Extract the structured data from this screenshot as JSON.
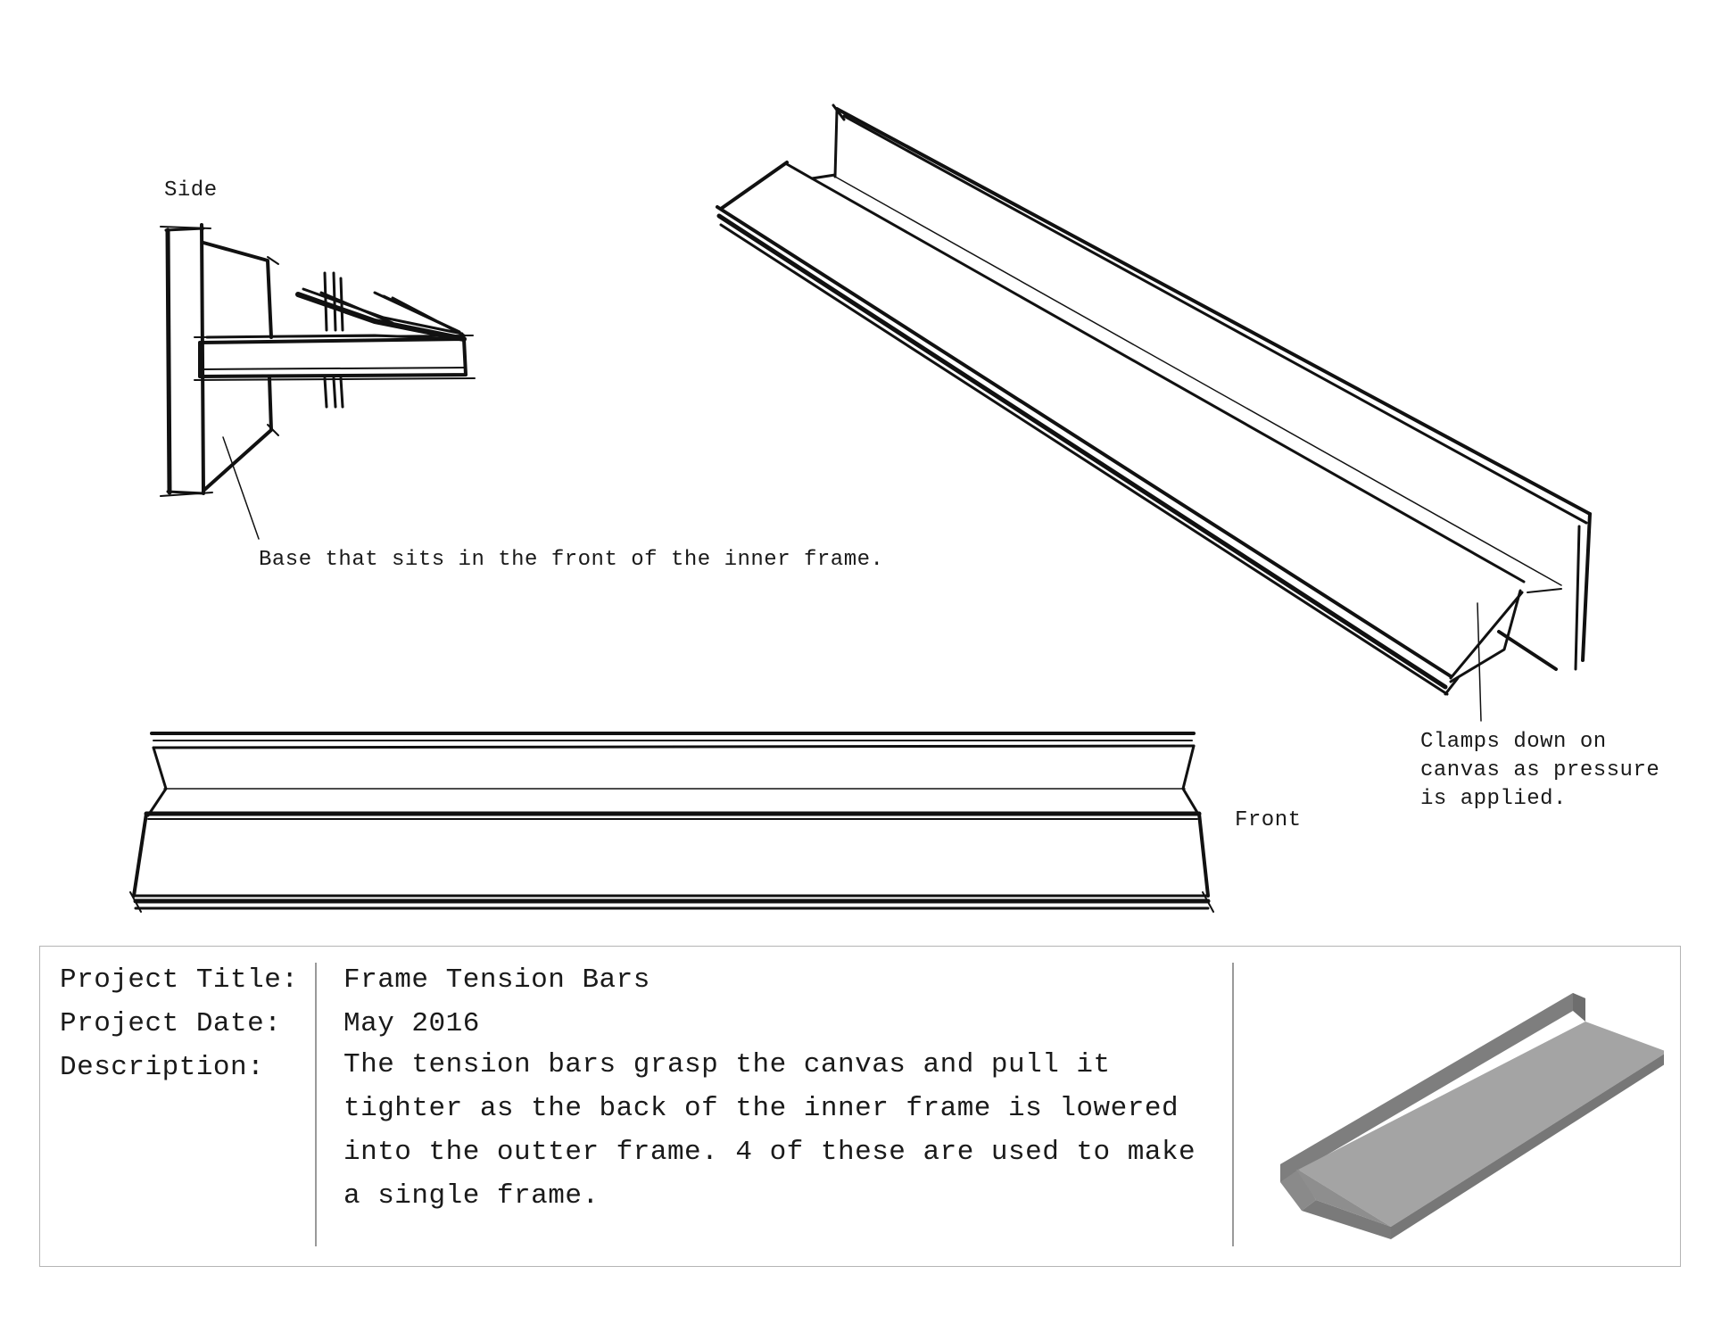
{
  "labels": {
    "side": "Side",
    "base_note": "Base that sits in the front of the inner frame.",
    "clamp_note_line1": "Clamps down on",
    "clamp_note_line2": "canvas as pressure",
    "clamp_note_line3": "is applied.",
    "front": "Front"
  },
  "info": {
    "title_key": "Project Title:",
    "title_value": "Frame Tension Bars",
    "date_key": "Project Date:",
    "date_value": "May 2016",
    "desc_key": "Description:",
    "desc_value": "The tension bars grasp the canvas and pull it tighter as the back of the inner frame is lowered into the outter frame.  4 of these are used to make a single frame."
  },
  "colors": {
    "ink": "#111111",
    "border": "#b5b5b5",
    "render_fill": "#8c8c8c"
  }
}
